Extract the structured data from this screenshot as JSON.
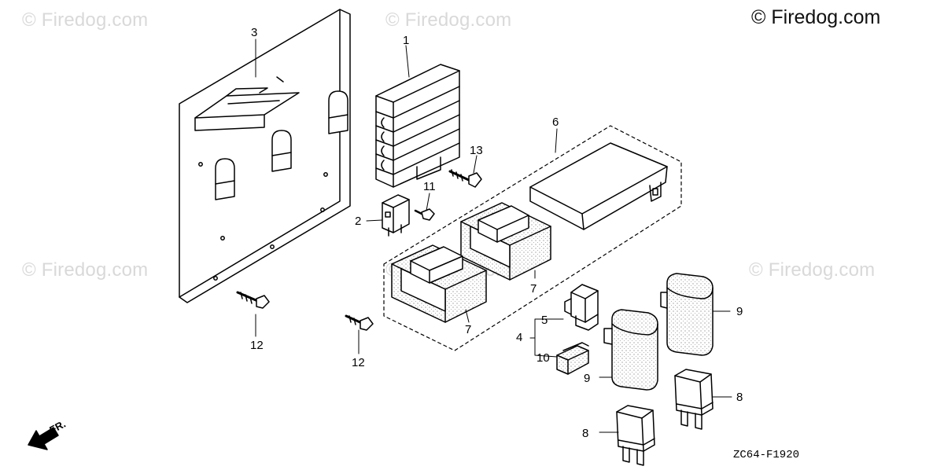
{
  "watermark_text": "© Firedog.com",
  "copyright": "© Firedog.com",
  "diagram_code": "ZC64-F1920",
  "front_label": "FR.",
  "callouts": {
    "c1": "1",
    "c2": "2",
    "c3": "3",
    "c4": "4",
    "c5": "5",
    "c6": "6",
    "c7a": "7",
    "c7b": "7",
    "c8a": "8",
    "c8b": "8",
    "c9a": "9",
    "c9b": "9",
    "c10": "10",
    "c11": "11",
    "c12a": "12",
    "c12b": "12",
    "c13": "13"
  }
}
